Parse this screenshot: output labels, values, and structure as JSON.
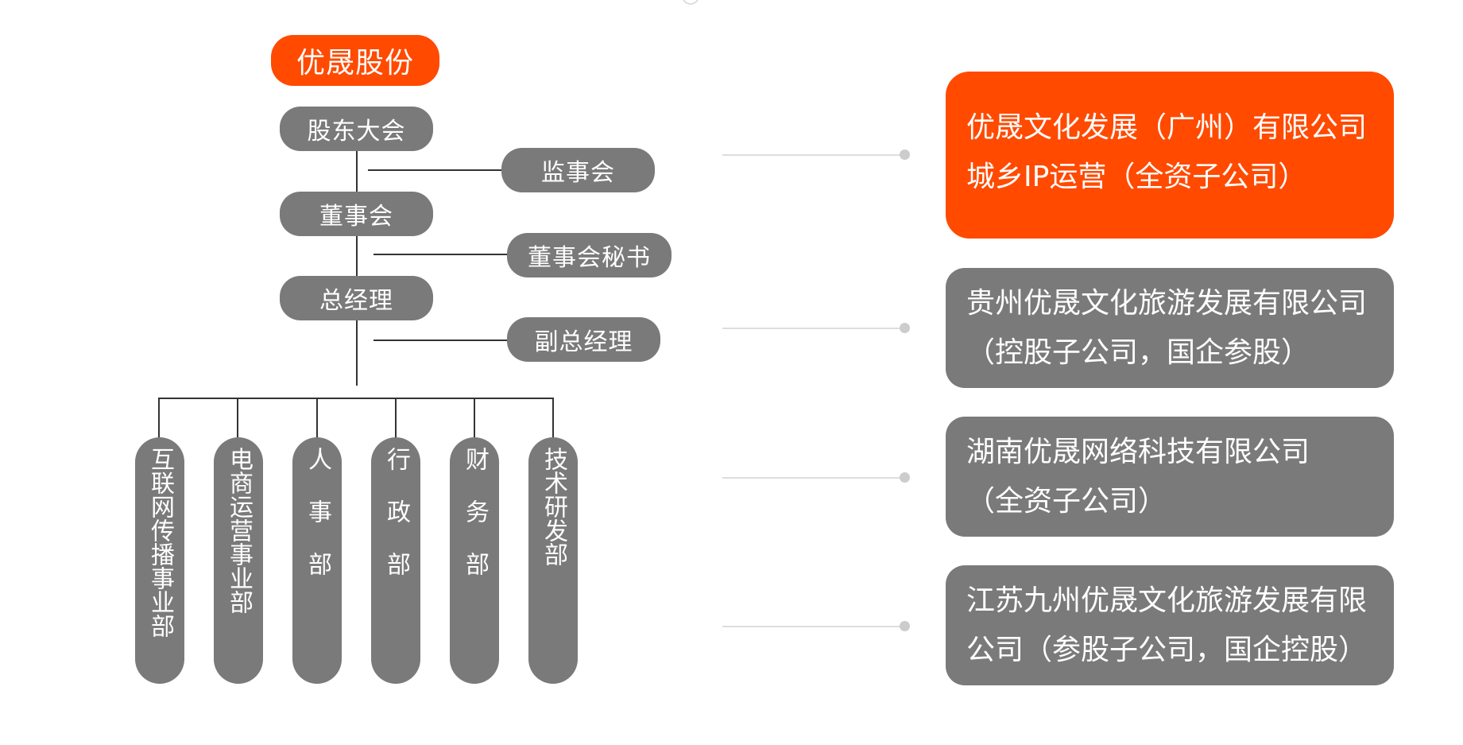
{
  "colors": {
    "accent": "#ff4a00",
    "box": "#7a7a7a",
    "line": "#333333",
    "connector": "#dddddd"
  },
  "org": {
    "root": "优晟股份",
    "shareholders": "股东大会",
    "supervisors": "监事会",
    "board": "董事会",
    "secretary": "董事会秘书",
    "gm": "总经理",
    "deputy_gm": "副总经理",
    "departments": [
      "互联网传播事业部",
      "电商运营事业部",
      "人事部",
      "行政部",
      "财务部",
      "技术研发部"
    ]
  },
  "subsidiaries": [
    {
      "line1": "优晟文化发展（广州）有限公司",
      "line2": "城乡IP运营（全资子公司）"
    },
    {
      "line1": "贵州优晟文化旅游发展有限公司",
      "line2": "（控股子公司，国企参股）"
    },
    {
      "line1": "湖南优晟网络科技有限公司",
      "line2": "（全资子公司）"
    },
    {
      "line1": "江苏九州优晟文化旅游发展有限",
      "line2": "公司（参股子公司，国企控股）"
    }
  ]
}
